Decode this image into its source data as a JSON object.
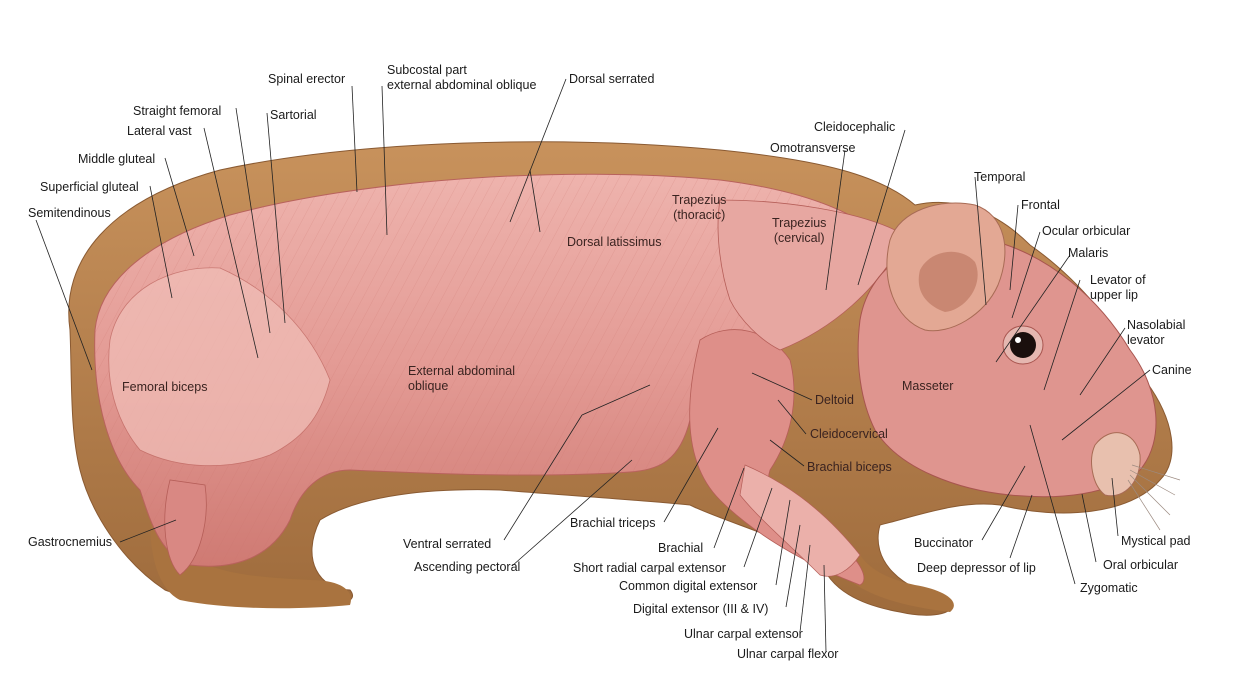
{
  "labels": {
    "spinal_erector": "Spinal erector",
    "subcostal": "Subcostal part\nexternal abdominal oblique",
    "dorsal_serrated": "Dorsal serrated",
    "straight_femoral": "Straight femoral",
    "sartorial": "Sartorial",
    "lateral_vast": "Lateral vast",
    "middle_gluteal": "Middle gluteal",
    "superficial_gluteal": "Superficial gluteal",
    "semitendinous": "Semitendinous",
    "femoral_biceps": "Femoral biceps",
    "gastrocnemius": "Gastrocnemius",
    "external_abdominal_oblique": "External abdominal\noblique",
    "dorsal_latissimus": "Dorsal latissimus",
    "trapezius_thoracic": "Trapezius\n(thoracic)",
    "trapezius_cervical": "Trapezius\n(cervical)",
    "cleidocephalic": "Cleidocephalic",
    "omotransverse": "Omotransverse",
    "temporal": "Temporal",
    "frontal": "Frontal",
    "ocular_orbicular": "Ocular orbicular",
    "malaris": "Malaris",
    "levator_upper_lip": "Levator of\nupper lip",
    "nasolabial_levator": "Nasolabial\nlevator",
    "canine": "Canine",
    "masseter": "Masseter",
    "deltoid": "Deltoid",
    "cleidocervical": "Cleidocervical",
    "brachial_biceps": "Brachial biceps",
    "brachial_triceps": "Brachial triceps",
    "brachial": "Brachial",
    "ventral_serrated": "Ventral serrated",
    "ascending_pectoral": "Ascending pectoral",
    "short_radial": "Short radial carpal extensor",
    "common_digital": "Common digital extensor",
    "digital_extensor": "Digital extensor (III & IV)",
    "ulnar_carpal_extensor": "Ulnar carpal extensor",
    "ulnar_carpal_flexor": "Ulnar carpal flexor",
    "buccinator": "Buccinator",
    "deep_depressor": "Deep depressor of lip",
    "zygomatic": "Zygomatic",
    "mystical_pad": "Mystical pad",
    "oral_orbicular": "Oral orbicular"
  },
  "colors": {
    "fur": "#b9824f",
    "fur_dark": "#8a5a32",
    "muscle": "#e39a94",
    "muscle_light": "#f1c2bc",
    "muscle_dark": "#c56e68",
    "leader": "#222222"
  }
}
